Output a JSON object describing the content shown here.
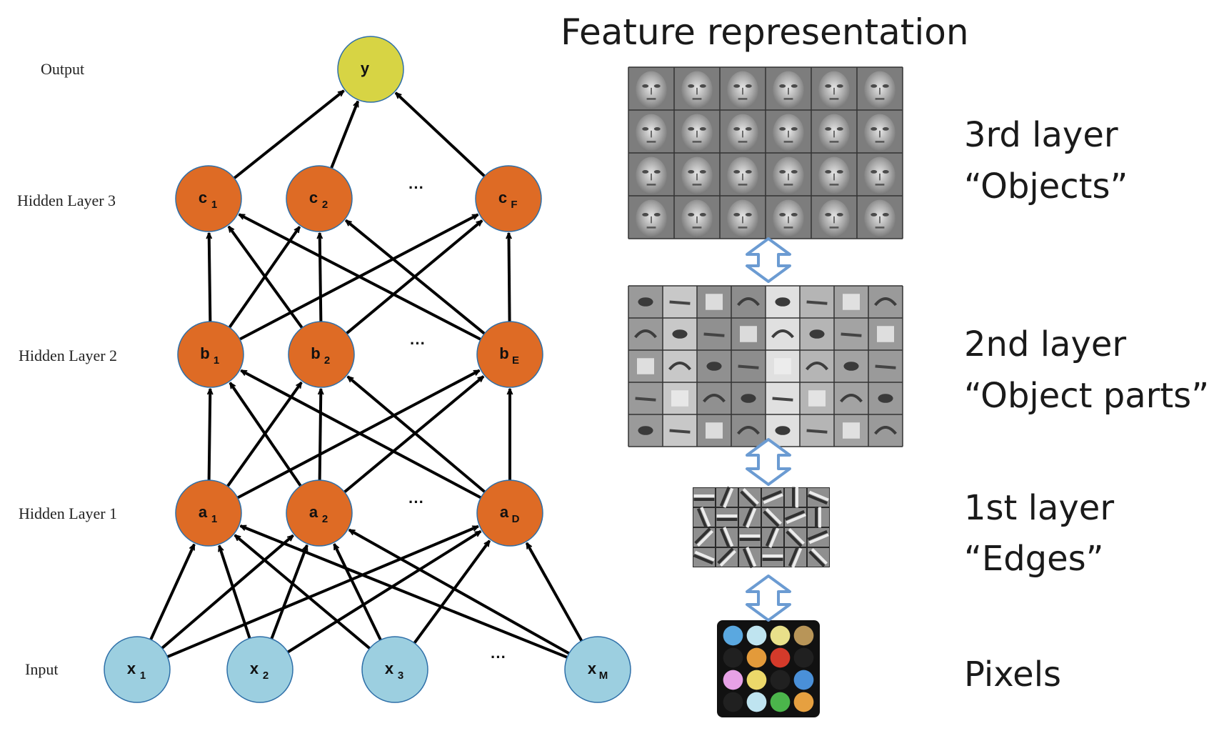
{
  "network": {
    "layers": [
      {
        "label": "Output",
        "color": "#d7d444",
        "nodes": [
          {
            "base": "y",
            "sub": ""
          }
        ]
      },
      {
        "label": "Hidden Layer 3",
        "color": "#de6b25",
        "nodes": [
          {
            "base": "c",
            "sub": "1"
          },
          {
            "base": "c",
            "sub": "2"
          },
          {
            "base": "c",
            "sub": "F"
          }
        ],
        "ellipsis": "···"
      },
      {
        "label": "Hidden Layer 2",
        "color": "#de6b25",
        "nodes": [
          {
            "base": "b",
            "sub": "1"
          },
          {
            "base": "b",
            "sub": "2"
          },
          {
            "base": "b",
            "sub": "E"
          }
        ],
        "ellipsis": "···"
      },
      {
        "label": "Hidden Layer 1",
        "color": "#de6b25",
        "nodes": [
          {
            "base": "a",
            "sub": "1"
          },
          {
            "base": "a",
            "sub": "2"
          },
          {
            "base": "a",
            "sub": "D"
          }
        ],
        "ellipsis": "···"
      },
      {
        "label": "Input",
        "color": "#9ccfe0",
        "nodes": [
          {
            "base": "x",
            "sub": "1"
          },
          {
            "base": "x",
            "sub": "2"
          },
          {
            "base": "x",
            "sub": "3"
          },
          {
            "base": "x",
            "sub": "M"
          }
        ],
        "ellipsis": "···"
      }
    ]
  },
  "features": {
    "title": "Feature representation",
    "levels": [
      {
        "line1": "3rd layer",
        "line2": "“Objects”",
        "image": "face-objects-grid"
      },
      {
        "line1": "2nd layer",
        "line2": "“Object parts”",
        "image": "face-parts-grid"
      },
      {
        "line1": "1st layer",
        "line2": "“Edges”",
        "image": "edge-filters-grid"
      },
      {
        "line1": "Pixels",
        "line2": "",
        "image": "pixel-dots-grid"
      }
    ],
    "pixel_colors": [
      "#5aa8e0",
      "#bfe4f0",
      "#e8e08a",
      "#b89558",
      "#202020",
      "#e39a3a",
      "#d43a2a",
      "#202020",
      "#e7a1e6",
      "#ecd86a",
      "#202020",
      "#4a90d8",
      "#202020",
      "#bfe4f0",
      "#4bb54b",
      "#e6a040"
    ],
    "arrow_color": "#6b9bd2"
  }
}
